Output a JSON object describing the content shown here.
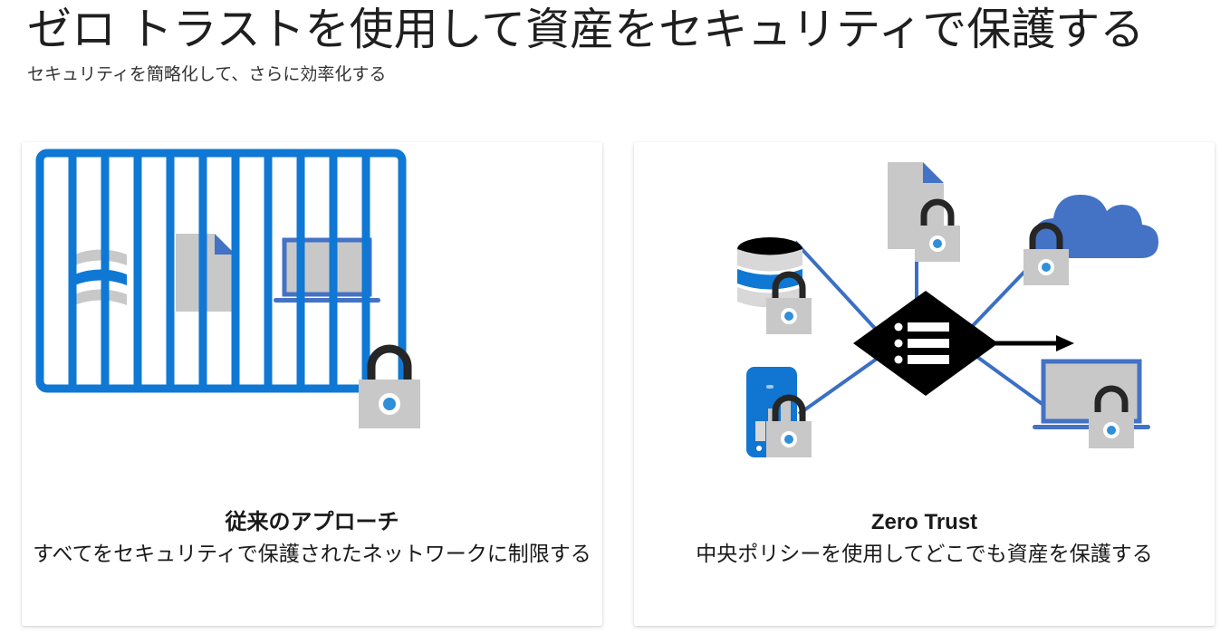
{
  "header": {
    "title": "ゼロ トラストを使用して資産をセキュリティで保護する",
    "subtitle": "セキュリティを簡略化して、さらに効率化する"
  },
  "colors": {
    "fence_blue": "#0f78d4",
    "icon_blue": "#4472c4",
    "cloud_blue": "#4472c4",
    "phone_blue": "#1076d1",
    "laptop_border": "#4472c4",
    "link_blue": "#3a6fc4",
    "gray_fill": "#c8c8c8",
    "lock_body": "#c8c8c8",
    "lock_shackle": "#262626",
    "lock_dot": "#2f8fd9",
    "hub_black": "#000000",
    "card_bg": "#ffffff",
    "page_bg": "#ffffff",
    "title_text": "#1f1f1f",
    "body_text": "#1a1a1a"
  },
  "cards": [
    {
      "id": "traditional-approach",
      "title": "従来のアプローチ",
      "subtitle": "すべてをセキュリティで保護されたネットワークに制限する",
      "figure": {
        "type": "caged-network",
        "fence_bar_count": 10,
        "assets": [
          "database-icon",
          "document-icon",
          "laptop-icon"
        ],
        "lock_count": 1
      }
    },
    {
      "id": "zero-trust",
      "title": "Zero Trust",
      "subtitle": "中央ポリシーを使用してどこでも資産を保護する",
      "figure": {
        "type": "hub-and-spoke",
        "hub": "policy-list-diamond",
        "assets": [
          "database-icon",
          "document-icon",
          "cloud-icon",
          "phone-icon",
          "laptop-icon"
        ],
        "lock_count": 5,
        "spoke_count": 4,
        "arrow": "right-arrow"
      }
    }
  ]
}
